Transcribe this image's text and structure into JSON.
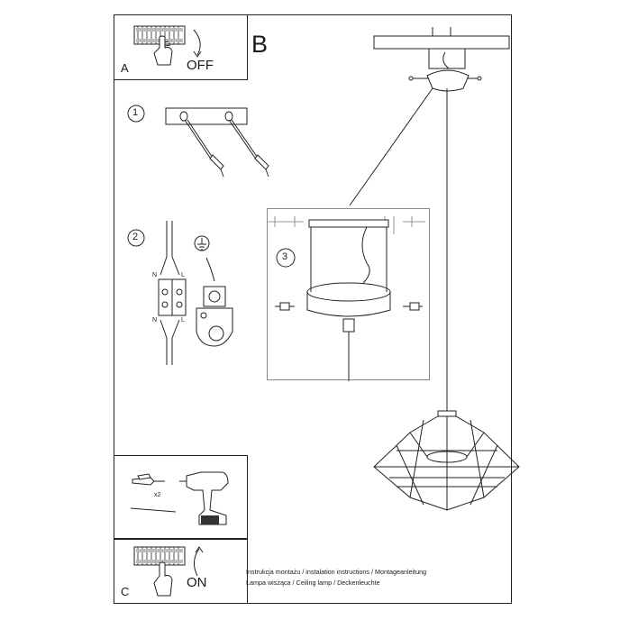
{
  "panel_a": {
    "letter": "A",
    "action": "OFF"
  },
  "section_b": {
    "letter": "B"
  },
  "steps": [
    {
      "number": "1"
    },
    {
      "number": "2",
      "wire_labels_top": [
        "N",
        "L"
      ],
      "wire_labels_bottom": [
        "N",
        "L"
      ]
    },
    {
      "number": "3"
    }
  ],
  "drill_panel": {
    "quantity": "x2"
  },
  "panel_c": {
    "letter": "C",
    "action": "ON"
  },
  "footer": {
    "line1": "Instrukcja montażu / instalation instructions / Montageanleitung",
    "line2": "Lampa wisząca / Ceiling lamp  / Deckenleuchte"
  },
  "icons": [
    "switch-off-icon",
    "ground-symbol-icon",
    "screwdriver-drill-icon",
    "switch-on-icon"
  ]
}
